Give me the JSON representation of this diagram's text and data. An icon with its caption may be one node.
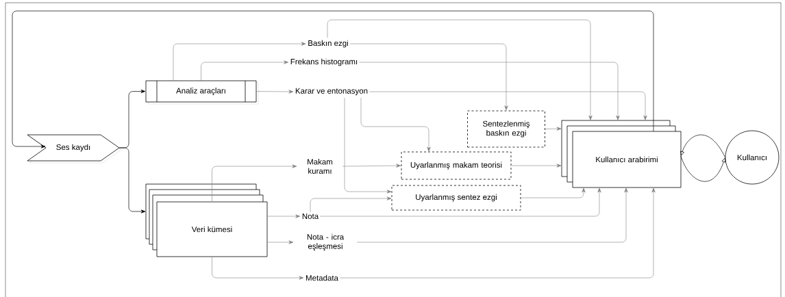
{
  "diagram": {
    "nodes": [
      {
        "text": [
          "Ses kaydı"
        ]
      },
      {
        "text": [
          "Analiz araçları"
        ]
      },
      {
        "text": [
          "Baskın ezgi"
        ]
      },
      {
        "text": [
          "Frekans histogramı"
        ]
      },
      {
        "text": [
          "Karar ve entonasyon"
        ]
      },
      {
        "text": [
          "Sentezlenmiş baskın ezgi"
        ]
      },
      {
        "text": [
          "Makam kuramı"
        ]
      },
      {
        "text": [
          "Uyarlanmış makam teorisi"
        ]
      },
      {
        "text": [
          "Uyarlanmış sentez ezgi"
        ]
      },
      {
        "text": [
          "Veri kümesi"
        ]
      },
      {
        "text": [
          "Nota"
        ]
      },
      {
        "text": [
          "Nota - icra eşleşmesi"
        ]
      },
      {
        "text": [
          "Metadata"
        ]
      },
      {
        "text": [
          "Kullanıcı arabirimi"
        ]
      },
      {
        "text": [
          "Kullanıcı"
        ]
      }
    ],
    "edges": [
      {
        "from": 13,
        "to": 0,
        "arrow": "to",
        "color": "#000000"
      },
      {
        "from": 0,
        "to": 1,
        "arrow": "to",
        "color": "#000000"
      },
      {
        "from": 0,
        "to": 9,
        "arrow": "to",
        "color": "#000000"
      },
      {
        "from": 1,
        "to": 2,
        "arrow": "to"
      },
      {
        "from": 1,
        "to": 3,
        "arrow": "to"
      },
      {
        "from": 1,
        "to": 4,
        "arrow": "to"
      },
      {
        "from": 2,
        "to": 13,
        "arrow": "to"
      },
      {
        "from": 2,
        "to": 5,
        "arrow": "to"
      },
      {
        "from": 3,
        "to": 13,
        "arrow": "to"
      },
      {
        "from": 4,
        "to": 13,
        "arrow": "to"
      },
      {
        "from": 4,
        "to": 7,
        "arrow": "to"
      },
      {
        "from": 4,
        "to": 8,
        "arrow": "to"
      },
      {
        "from": 5,
        "to": 13,
        "arrow": "to"
      },
      {
        "from": 9,
        "to": 6,
        "arrow": "to"
      },
      {
        "from": 6,
        "to": 7,
        "arrow": "to"
      },
      {
        "from": 7,
        "to": 13,
        "arrow": "to"
      },
      {
        "from": 10,
        "to": 8,
        "arrow": "to"
      },
      {
        "from": 8,
        "to": 13,
        "arrow": "to"
      },
      {
        "from": 10,
        "to": 13,
        "arrow": "to"
      },
      {
        "from": 9,
        "to": 10,
        "arrow": "to"
      },
      {
        "from": 9,
        "to": 11,
        "arrow": "to"
      },
      {
        "from": 9,
        "to": 12,
        "arrow": "to"
      },
      {
        "from": 11,
        "to": 13,
        "arrow": "to"
      },
      {
        "from": 12,
        "to": 13,
        "arrow": "to"
      },
      {
        "from": 14,
        "to": 13,
        "arrow": "to",
        "color": "#000000"
      },
      {
        "from": 13,
        "to": 14,
        "arrow": "to",
        "color": "#000000"
      }
    ]
  }
}
